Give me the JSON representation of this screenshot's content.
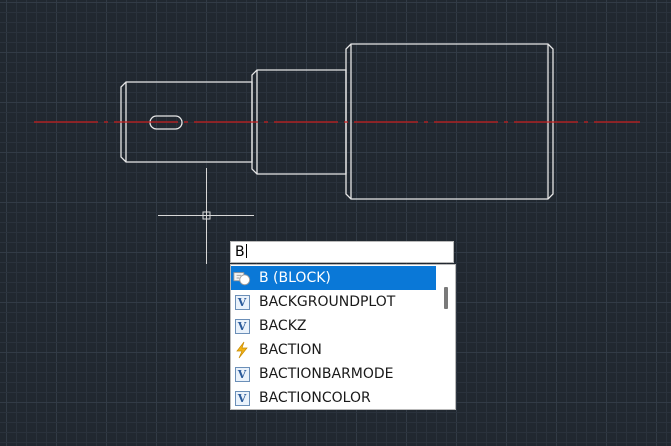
{
  "command_line": {
    "input_value": "B"
  },
  "autocomplete": {
    "items": [
      {
        "label": "B (BLOCK)",
        "icon": "block-command-icon",
        "selected": true
      },
      {
        "label": "BACKGROUNDPLOT",
        "icon": "system-variable-icon",
        "selected": false
      },
      {
        "label": "BACKZ",
        "icon": "system-variable-icon",
        "selected": false
      },
      {
        "label": "BACTION",
        "icon": "lightning-command-icon",
        "selected": false
      },
      {
        "label": "BACTIONBARMODE",
        "icon": "system-variable-icon",
        "selected": false
      },
      {
        "label": "BACTIONCOLOR",
        "icon": "system-variable-icon",
        "selected": false
      }
    ]
  },
  "colors": {
    "background": "#212830",
    "grid_minor": "#2a323c",
    "grid_major": "#323b46",
    "geometry": "#e6e6e6",
    "centerline": "#c81e1e",
    "selection": "#0a78d7"
  }
}
